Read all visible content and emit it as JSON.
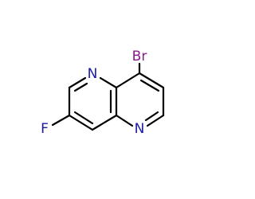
{
  "molecule": {
    "atoms": [
      {
        "label": "Br",
        "color": "#8b1a8b"
      },
      {
        "label": "N",
        "color": "#1a1aa6"
      },
      {
        "label": "N",
        "color": "#1a1aa6"
      },
      {
        "label": "F",
        "color": "#1a1aa6"
      }
    ],
    "colors": {
      "bond": "#000000",
      "background": "#ffffff"
    }
  }
}
